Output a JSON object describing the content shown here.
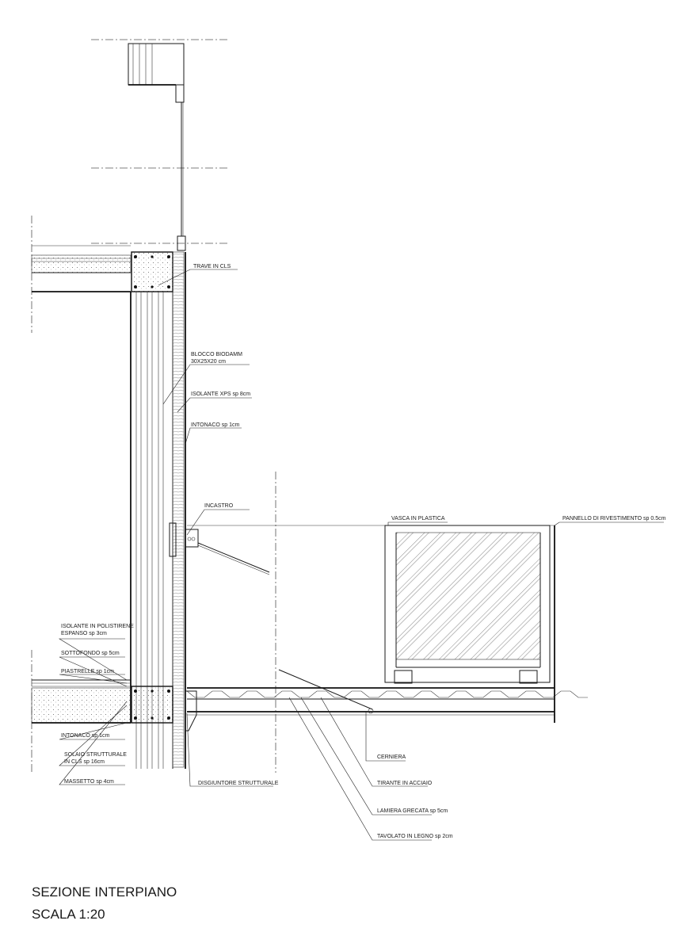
{
  "title": {
    "line1": "SEZIONE INTERPIANO",
    "line2": "SCALA 1:20"
  },
  "labels": {
    "trave": "TRAVE IN CLS",
    "blocco_1": "BLOCCO BIODAMM",
    "blocco_2": "30X25X20 cm",
    "isolante_xps": "ISOLANTE XPS sp 8cm",
    "intonaco_ext": "INTONACO sp 1cm",
    "incastro": "INCASTRO",
    "vasca": "VASCA IN PLASTICA",
    "pannello": "PANNELLO DI RIVESTIMENTO sp 0.5cm",
    "isolante_poli_1": "ISOLANTE IN POLISTIRENE",
    "isolante_poli_2": "ESPANSO sp 3cm",
    "sottofondo": "SOTTOFONDO sp 5cm",
    "piastrelle": "PIASTRELLE sp 1cm",
    "intonaco_int": "INTONACO sp 1cm",
    "solaio_1": "SOLAIO STRUTTURALE",
    "solaio_2": "IN CLS sp 16cm",
    "massetto": "MASSETTO sp 4cm",
    "disgiuntore": "DISGIUNTORE STRUTTURALE",
    "cerniera": "CERNIERA",
    "tirante": "TIRANTE IN ACCIAIO",
    "lamiera": "LAMIERA GRECATA sp 5cm",
    "tavolato": "TAVOLATO IN LEGNO sp 2cm"
  }
}
